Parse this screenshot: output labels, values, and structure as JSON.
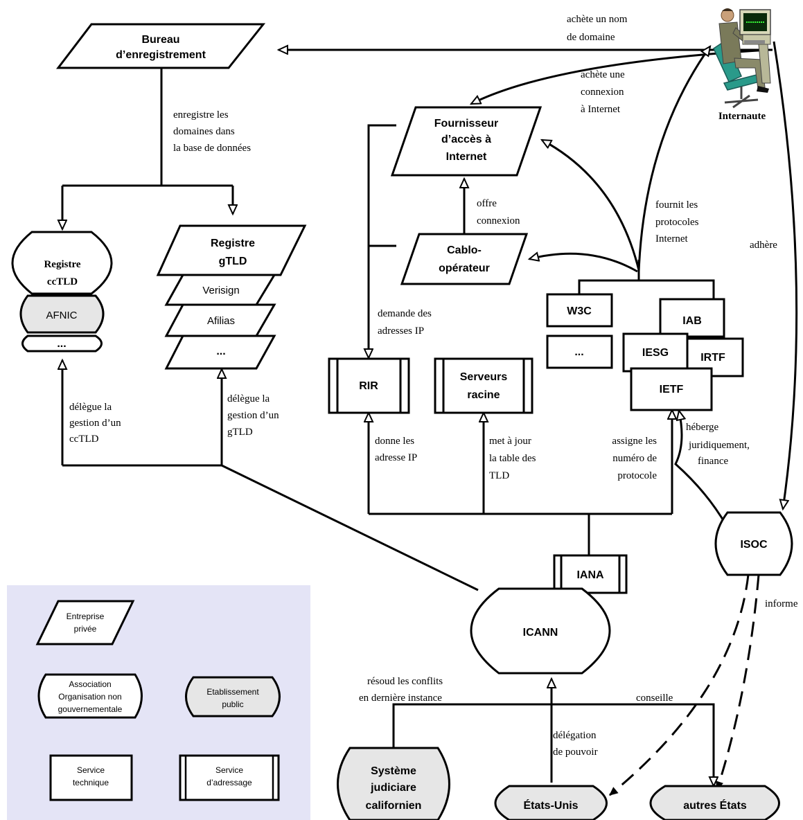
{
  "nodes": {
    "bureau": [
      "Bureau",
      "d’enregistrement"
    ],
    "internaute": "Internaute",
    "fai": [
      "Fournisseur",
      "d’accès à",
      "Internet"
    ],
    "cablo": [
      "Cablo-",
      "opérateur"
    ],
    "registre_cctld": [
      "Registre",
      "ccTLD"
    ],
    "afnic": "AFNIC",
    "cctld_more": "...",
    "registre_gtld": [
      "Registre",
      "gTLD"
    ],
    "verisign": "Verisign",
    "afilias": "Afilias",
    "gtld_more": "...",
    "w3c": "W3C",
    "w3c_more": "...",
    "iab": "IAB",
    "iesg": "IESG",
    "irtf": "IRTF",
    "ietf": "IETF",
    "rir": "RIR",
    "serveurs": [
      "Serveurs",
      "racine"
    ],
    "iana": "IANA",
    "icann": "ICANN",
    "isoc": "ISOC",
    "systeme": [
      "Système",
      "judiciare",
      "californien"
    ],
    "etats_unis": "États-Unis",
    "autres_etats": "autres États"
  },
  "edges": {
    "achete_nom": [
      "achète un nom",
      "de domaine"
    ],
    "achete_connexion": [
      "achète une",
      "connexion",
      "à Internet"
    ],
    "enregistre": [
      "enregistre les",
      "domaines dans",
      "la base de données"
    ],
    "offre": [
      "offre",
      "connexion"
    ],
    "fournit": [
      "fournit les",
      "protocoles",
      "Internet"
    ],
    "adhere": "adhère",
    "demande_ip": [
      "demande des",
      "adresses IP"
    ],
    "delegue_cctld": [
      "délègue la",
      "gestion d’un",
      "ccTLD"
    ],
    "delegue_gtld": [
      "délègue la",
      "gestion d’un",
      "gTLD"
    ],
    "donne_ip": [
      "donne les",
      "adresse IP"
    ],
    "met_a_jour": [
      "met à jour",
      "la table des",
      "TLD"
    ],
    "assigne": [
      "assigne les",
      "numéro de",
      "protocole"
    ],
    "heberge": [
      "héberge",
      "juridiquement,",
      "finance"
    ],
    "informe": "informe",
    "resoud": [
      "résoud les conflits",
      "en dernière instance"
    ],
    "conseille": "conseille",
    "delegation": [
      "délégation",
      "de pouvoir"
    ]
  },
  "legend": {
    "entreprise": [
      "Entreprise",
      "privée"
    ],
    "association": [
      "Association",
      "Organisation non",
      "gouvernementale"
    ],
    "etablissement": [
      "Etablissement",
      "public"
    ],
    "service_tech": [
      "Service",
      "technique"
    ],
    "service_adr": [
      "Service",
      "d’adressage"
    ]
  },
  "colors": {
    "legend_bg": "#e4e4f6",
    "public_fill": "#e6e6e6",
    "stroke": "#000000"
  }
}
